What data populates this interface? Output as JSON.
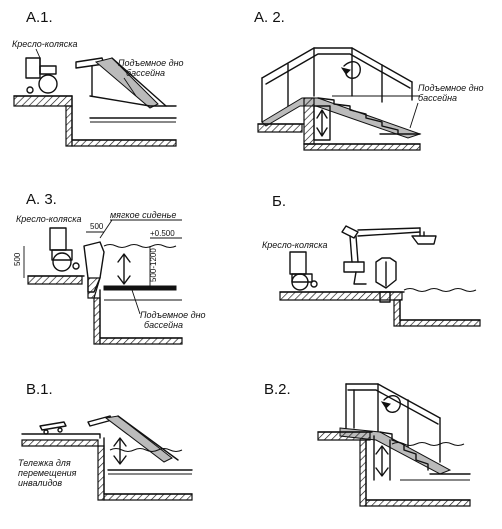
{
  "panels": {
    "a1": {
      "title": "А.1.",
      "wheelchair_label": "Кресло-коляска",
      "floor_label_1": "Подъемное дно",
      "floor_label_2": "бассейна"
    },
    "a2": {
      "title": "А. 2.",
      "floor_label_1": "Подъемное дно",
      "floor_label_2": "бассейна"
    },
    "a3": {
      "title": "А. 3.",
      "wheelchair_label": "Кресло-коляска",
      "seat_label": "мягкое сиденье",
      "dim_500_top": "500",
      "dim_500_left": "500",
      "dim_level": "+0.500",
      "dim_range": "500-1200",
      "floor_label_1": "Подъемное дно",
      "floor_label_2": "бассейна"
    },
    "b": {
      "title": "Б.",
      "wheelchair_label": "Кресло-коляска"
    },
    "v1": {
      "title": "В.1.",
      "cart_label_1": "Тележка для",
      "cart_label_2": "перемещения",
      "cart_label_3": "инвалидов"
    },
    "v2": {
      "title": "В.2."
    }
  }
}
